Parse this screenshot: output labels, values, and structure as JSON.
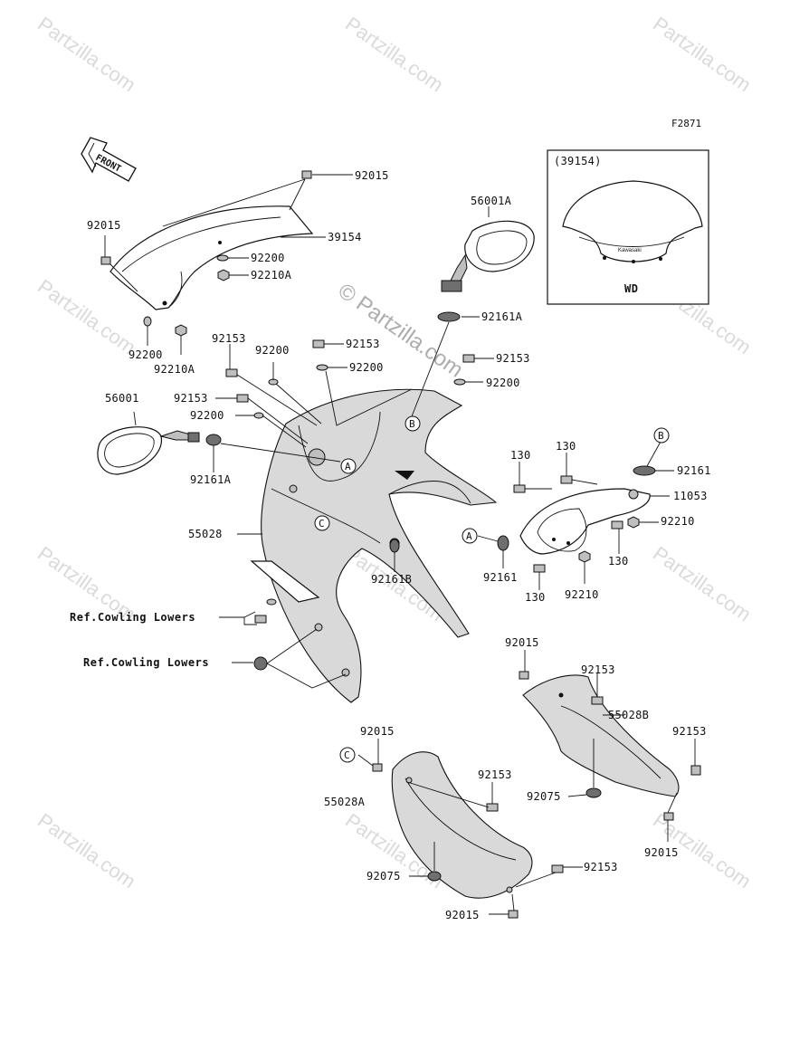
{
  "figure_code": "F2871",
  "watermark": "Partzilla.com",
  "watermark_center": "© Partzilla.com",
  "front_label": "FRONT",
  "inset": {
    "variant_code": "(39154)",
    "model_label": "WD",
    "brand_text": "Kawasaki"
  },
  "callouts": {
    "p92015_top": "92015",
    "p39154": "39154",
    "p92200_a": "92200",
    "p92210A_a": "92210A",
    "p92015_left": "92015",
    "p92200_b": "92200",
    "p92210A_b": "92210A",
    "p56001A": "56001A",
    "p92161A_right": "92161A",
    "p92153_r1": "92153",
    "p92200_r1": "92200",
    "p92153_c1": "92153",
    "p92200_c1": "92200",
    "p92153_l1": "92153",
    "p92200_l1": "92200",
    "p92153_l2": "92153",
    "p92200_l2": "92200",
    "p56001": "56001",
    "p92161A_left": "92161A",
    "p55028": "55028",
    "p92161B": "92161B",
    "p130_a": "130",
    "p130_b": "130",
    "p92161_r": "92161",
    "p11053": "11053",
    "p92210_r": "92210",
    "p130_c": "130",
    "p92161_a": "92161",
    "p130_d": "130",
    "p92210_b": "92210",
    "p92015_mid": "92015",
    "p92153_m1": "92153",
    "p55028B": "55028B",
    "p92153_m2": "92153",
    "p92075_m": "92075",
    "p92015_m2": "92015",
    "p92015_c": "92015",
    "p92153_c2": "92153",
    "p55028A": "55028A",
    "p92075_c": "92075",
    "p92153_c3": "92153",
    "p92015_bottom": "92015"
  },
  "ref_labels": {
    "ref1": "Ref.Cowling Lowers",
    "ref2": "Ref.Cowling Lowers"
  },
  "markers": {
    "A": "A",
    "B": "B",
    "C": "C"
  }
}
